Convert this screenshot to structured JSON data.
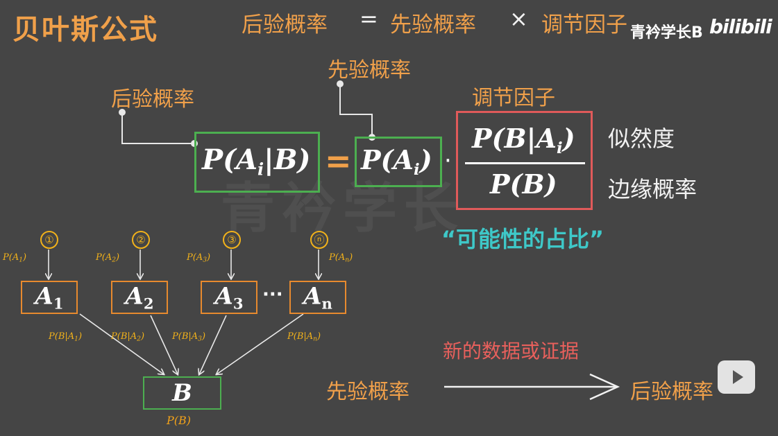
{
  "title": "贝叶斯公式",
  "header": {
    "posterior": "后验概率",
    "equals": "=",
    "prior": "先验概率",
    "times": "×",
    "adjust": "调节因子"
  },
  "brand": {
    "channel": "青衿学长B",
    "logo": "bilibili"
  },
  "watermark": "青衿学长",
  "formula": {
    "posterior_label": "后验概率",
    "prior_label": "先验概率",
    "adjust_label": "调节因子",
    "lhs_main": "P(A",
    "lhs_sub": "i",
    "lhs_tail": "|B)",
    "equals": "=",
    "prior_main": "P(A",
    "prior_sub": "i",
    "prior_tail": ")",
    "dot": "·",
    "num_main": "P(B|A",
    "num_sub": "i",
    "num_tail": ")",
    "den": "P(B)",
    "likelihood": "似然度",
    "marginal": "边缘概率",
    "ratio_note": "“可能性的占比”"
  },
  "diagram": {
    "nodes": [
      {
        "circle": "①",
        "prior_main": "P(A",
        "prior_sub": "1",
        "prior_tail": ")",
        "name": "A",
        "sub": "1",
        "cond_main": "P(B|A",
        "cond_sub": "1",
        "cond_tail": ")"
      },
      {
        "circle": "②",
        "prior_main": "P(A",
        "prior_sub": "2",
        "prior_tail": ")",
        "name": "A",
        "sub": "2",
        "cond_main": "P(B|A",
        "cond_sub": "2",
        "cond_tail": ")"
      },
      {
        "circle": "③",
        "prior_main": "P(A",
        "prior_sub": "3",
        "prior_tail": ")",
        "name": "A",
        "sub": "3",
        "cond_main": "P(B|A",
        "cond_sub": "3",
        "cond_tail": ")"
      },
      {
        "circle": "ⓝ",
        "prior_main": "P(A",
        "prior_sub": "n",
        "prior_tail": ")",
        "name": "A",
        "sub": "n",
        "cond_main": "P(B|A",
        "cond_sub": "n",
        "cond_tail": ")"
      }
    ],
    "ellipsis": "···",
    "target": "B",
    "target_prob": "P(B)"
  },
  "update": {
    "new_data": "新的数据或证据",
    "from": "先验概率",
    "to": "后验概率"
  }
}
